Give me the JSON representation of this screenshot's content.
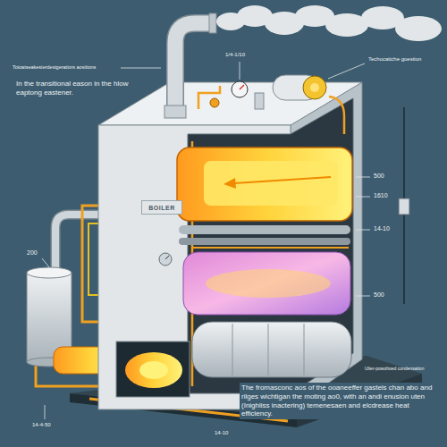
{
  "diagram": {
    "caption": "The fromasconc aos of the ooaneeffer gasteis chan abo and rilges wichtigan the moting ao0, with an andi enusion uten (Inighliss inactering) temenesaen and elcdrease heat efficiency.",
    "nodes": [
      {
        "text": [
          "BOILER"
        ]
      }
    ],
    "labels": [
      "Toioatseakesterdesigeratiors aositions",
      "In the transitional eason in the hlow eaptong eastener.",
      "1/4-1/10",
      "Techocatiche goestion",
      "500",
      "1610",
      "14-10",
      "500",
      "200",
      "Ulter-powohoed condensation",
      "14-4-50",
      "14-10"
    ]
  }
}
